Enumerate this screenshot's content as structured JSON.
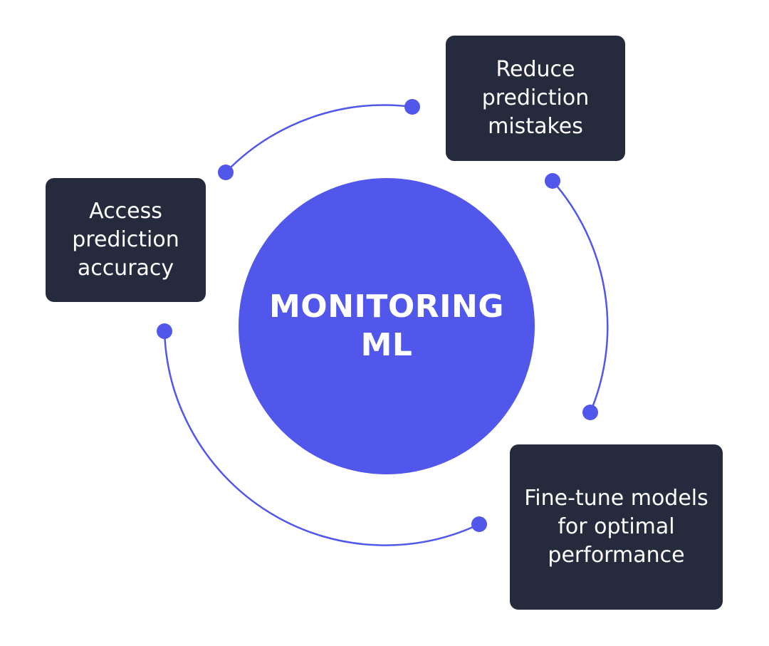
{
  "colors": {
    "accent": "#5157eb",
    "box_background": "#262a3d",
    "text_on_dark": "#ffffff",
    "page_background": "#ffffff"
  },
  "center": {
    "label": "MONITORING ML"
  },
  "steps": [
    {
      "label": "Reduce prediction mistakes"
    },
    {
      "label": "Fine-tune models for optimal performance"
    },
    {
      "label": "Access prediction accuracy"
    }
  ]
}
